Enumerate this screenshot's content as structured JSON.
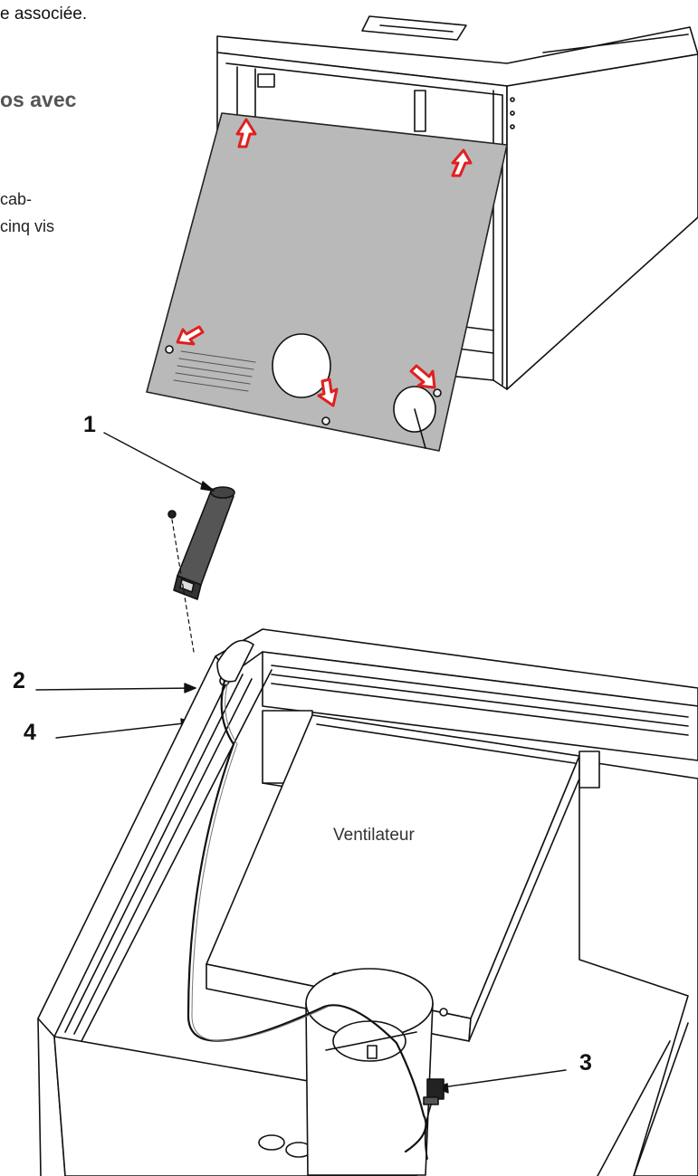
{
  "text_fragments": {
    "line1": "e associée.",
    "heading": "os avec",
    "body_line1": "cab-",
    "body_line2": "cinq vis"
  },
  "callouts": {
    "c1": "1",
    "c2": "2",
    "c3": "3",
    "c4": "4"
  },
  "component_label": "Ventilateur",
  "colors": {
    "panel": "#b9b9b9",
    "arrow": "#e02020",
    "line": "#111111"
  }
}
